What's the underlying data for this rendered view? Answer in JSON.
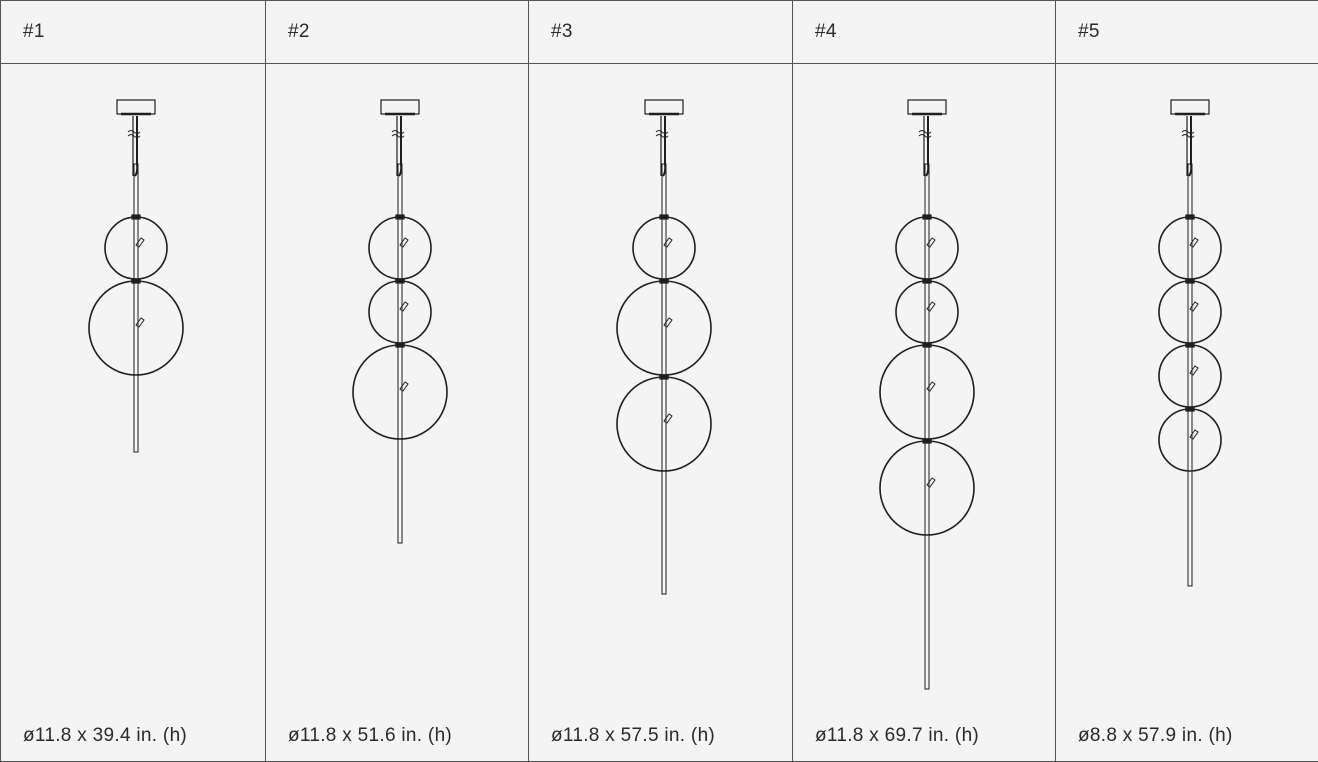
{
  "variants": [
    {
      "label": "#1",
      "dimensions": "ø11.8 x 39.4 in. (h)",
      "globes": [
        {
          "size": "small"
        },
        {
          "size": "large"
        }
      ],
      "rod_end": 451
    },
    {
      "label": "#2",
      "dimensions": "ø11.8 x 51.6 in. (h)",
      "globes": [
        {
          "size": "small"
        },
        {
          "size": "small"
        },
        {
          "size": "large"
        }
      ],
      "rod_end": 542
    },
    {
      "label": "#3",
      "dimensions": "ø11.8 x 57.5 in. (h)",
      "globes": [
        {
          "size": "small"
        },
        {
          "size": "large"
        },
        {
          "size": "large"
        }
      ],
      "rod_end": 593
    },
    {
      "label": "#4",
      "dimensions": "ø11.8 x 69.7 in. (h)",
      "globes": [
        {
          "size": "small"
        },
        {
          "size": "small"
        },
        {
          "size": "large"
        },
        {
          "size": "large"
        }
      ],
      "rod_end": 688
    },
    {
      "label": "#5",
      "dimensions": "ø8.8 x 57.9 in. (h)",
      "globes": [
        {
          "size": "small"
        },
        {
          "size": "small"
        },
        {
          "size": "small"
        },
        {
          "size": "small"
        }
      ],
      "rod_end": 585
    }
  ],
  "colors": {
    "line": "#1e1e1e",
    "background": "#f4f4f4",
    "border": "#555555"
  },
  "icons": [
    "ceiling-canopy-icon",
    "pendant-globe-icon"
  ]
}
